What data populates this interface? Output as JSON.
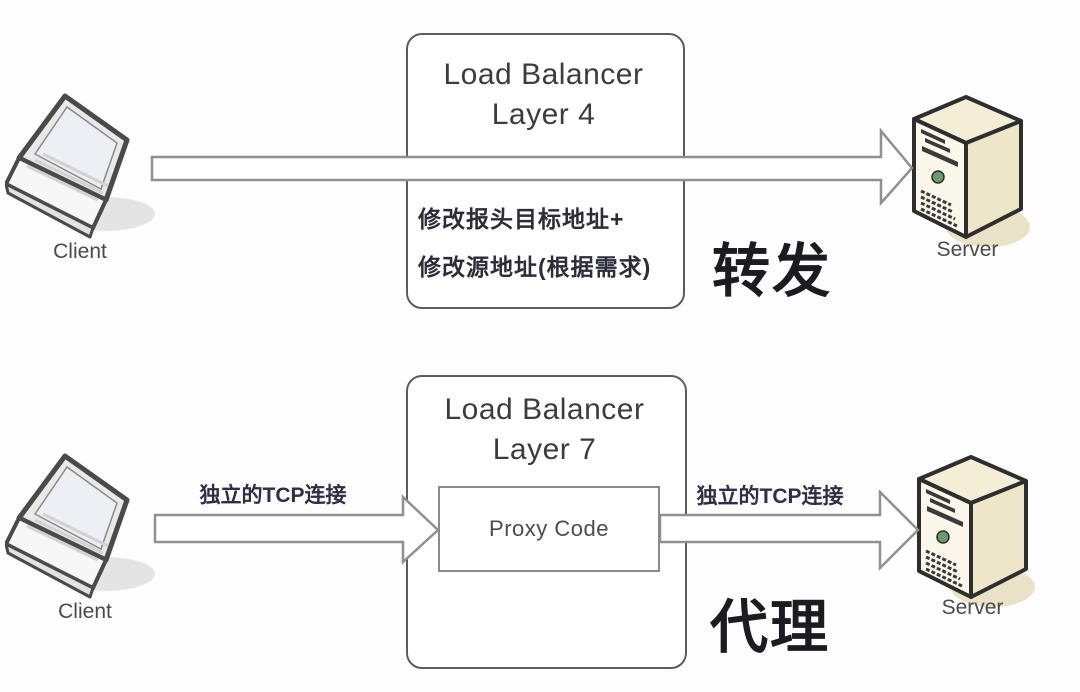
{
  "canvas": {
    "bg": "#fdfdfd"
  },
  "colors": {
    "box_border": "#5c5c5c",
    "arrow_border": "#909090",
    "arrow_fill": "#ffffff",
    "title_text": "#3c3c3c",
    "note_text": "#2c2c3a",
    "big_text": "#1b1b22",
    "node_label_text": "#4a4a4a",
    "server_body": "#f4eed6"
  },
  "icons": {
    "client": "laptop-icon",
    "server": "server-tower-icon",
    "flow": "block-arrow-right-icon"
  },
  "layer4": {
    "title_line1": "Load Balancer",
    "title_line2": "Layer 4",
    "note_line1": "修改报头目标地址+",
    "note_line2": "修改源地址(根据需求)",
    "big_label": "转发",
    "client_label": "Client",
    "server_label": "Server"
  },
  "layer7": {
    "title_line1": "Load Balancer",
    "title_line2": "Layer 7",
    "proxy_label": "Proxy Code",
    "left_arrow_label": "独立的TCP连接",
    "right_arrow_label": "独立的TCP连接",
    "big_label": "代理",
    "client_label": "Client",
    "server_label": "Server"
  }
}
